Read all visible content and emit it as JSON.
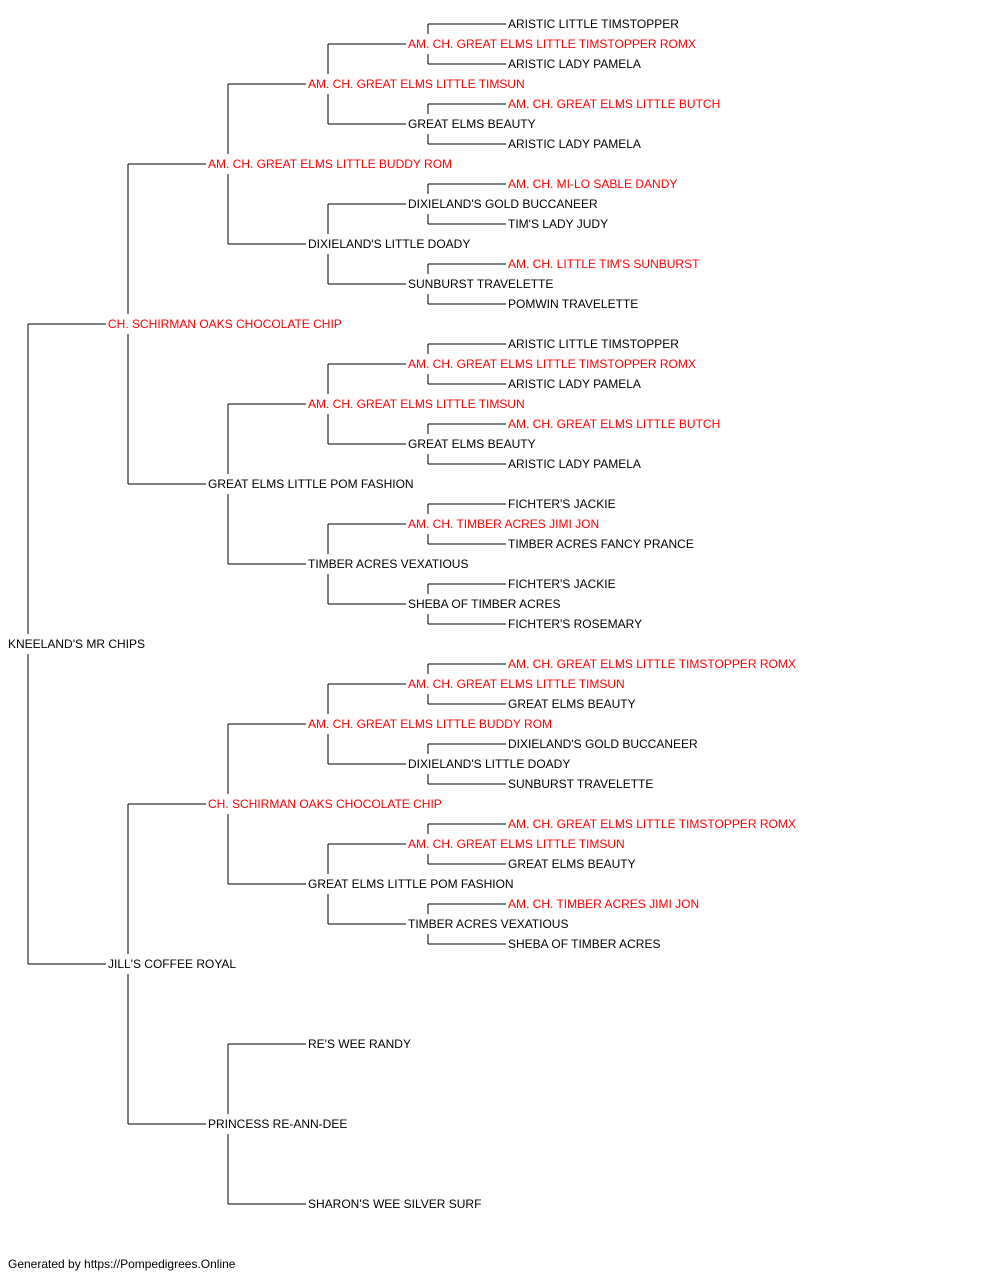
{
  "colors": {
    "champion": "#ff0000",
    "regular": "#000000",
    "line": "#000000"
  },
  "footer": "Generated by https://Pompedigrees.Online",
  "pedigree": {
    "name": "KNEELAND'S MR CHIPS",
    "champion": false,
    "sire": {
      "name": "CH. SCHIRMAN OAKS CHOCOLATE CHIP",
      "champion": true,
      "sire": {
        "name": "AM. CH. GREAT ELMS LITTLE BUDDY ROM",
        "champion": true,
        "sire": {
          "name": "AM. CH. GREAT ELMS LITTLE TIMSUN",
          "champion": true,
          "sire": {
            "name": "AM. CH. GREAT ELMS LITTLE TIMSTOPPER ROMX",
            "champion": true,
            "sire": {
              "name": "ARISTIC LITTLE TIMSTOPPER",
              "champion": false
            },
            "dam": {
              "name": "ARISTIC LADY PAMELA",
              "champion": false
            }
          },
          "dam": {
            "name": "GREAT ELMS BEAUTY",
            "champion": false,
            "sire": {
              "name": "AM. CH. GREAT ELMS LITTLE BUTCH",
              "champion": true
            },
            "dam": {
              "name": "ARISTIC LADY PAMELA",
              "champion": false
            }
          }
        },
        "dam": {
          "name": "DIXIELAND'S LITTLE DOADY",
          "champion": false,
          "sire": {
            "name": "DIXIELAND'S GOLD BUCCANEER",
            "champion": false,
            "sire": {
              "name": "AM. CH. MI-LO SABLE DANDY",
              "champion": true
            },
            "dam": {
              "name": "TIM'S LADY JUDY",
              "champion": false
            }
          },
          "dam": {
            "name": "SUNBURST TRAVELETTE",
            "champion": false,
            "sire": {
              "name": "AM. CH. LITTLE TIM'S SUNBURST",
              "champion": true
            },
            "dam": {
              "name": "POMWIN TRAVELETTE",
              "champion": false
            }
          }
        }
      },
      "dam": {
        "name": "GREAT ELMS LITTLE POM FASHION",
        "champion": false,
        "sire": {
          "name": "AM. CH. GREAT ELMS LITTLE TIMSUN",
          "champion": true,
          "sire": {
            "name": "AM. CH. GREAT ELMS LITTLE TIMSTOPPER ROMX",
            "champion": true,
            "sire": {
              "name": "ARISTIC LITTLE TIMSTOPPER",
              "champion": false
            },
            "dam": {
              "name": "ARISTIC LADY PAMELA",
              "champion": false
            }
          },
          "dam": {
            "name": "GREAT ELMS BEAUTY",
            "champion": false,
            "sire": {
              "name": "AM. CH. GREAT ELMS LITTLE BUTCH",
              "champion": true
            },
            "dam": {
              "name": "ARISTIC LADY PAMELA",
              "champion": false
            }
          }
        },
        "dam": {
          "name": "TIMBER ACRES VEXATIOUS",
          "champion": false,
          "sire": {
            "name": "AM. CH. TIMBER ACRES JIMI JON",
            "champion": true,
            "sire": {
              "name": "FICHTER'S JACKIE",
              "champion": false
            },
            "dam": {
              "name": "TIMBER ACRES FANCY PRANCE",
              "champion": false
            }
          },
          "dam": {
            "name": "SHEBA OF TIMBER ACRES",
            "champion": false,
            "sire": {
              "name": "FICHTER'S JACKIE",
              "champion": false
            },
            "dam": {
              "name": "FICHTER'S ROSEMARY",
              "champion": false
            }
          }
        }
      }
    },
    "dam": {
      "name": "JILL'S COFFEE ROYAL",
      "champion": false,
      "sire": {
        "name": "CH. SCHIRMAN OAKS CHOCOLATE CHIP",
        "champion": true,
        "sire": {
          "name": "AM. CH. GREAT ELMS LITTLE BUDDY ROM",
          "champion": true,
          "sire": {
            "name": "AM. CH. GREAT ELMS LITTLE TIMSUN",
            "champion": true,
            "sire": {
              "name": "AM. CH. GREAT ELMS LITTLE TIMSTOPPER ROMX",
              "champion": true
            },
            "dam": {
              "name": "GREAT ELMS BEAUTY",
              "champion": false
            }
          },
          "dam": {
            "name": "DIXIELAND'S LITTLE DOADY",
            "champion": false,
            "sire": {
              "name": "DIXIELAND'S GOLD BUCCANEER",
              "champion": false
            },
            "dam": {
              "name": "SUNBURST TRAVELETTE",
              "champion": false
            }
          }
        },
        "dam": {
          "name": "GREAT ELMS LITTLE POM FASHION",
          "champion": false,
          "sire": {
            "name": "AM. CH. GREAT ELMS LITTLE TIMSUN",
            "champion": true,
            "sire": {
              "name": "AM. CH. GREAT ELMS LITTLE TIMSTOPPER ROMX",
              "champion": true
            },
            "dam": {
              "name": "GREAT ELMS BEAUTY",
              "champion": false
            }
          },
          "dam": {
            "name": "TIMBER ACRES VEXATIOUS",
            "champion": false,
            "sire": {
              "name": "AM. CH. TIMBER ACRES JIMI JON",
              "champion": true
            },
            "dam": {
              "name": "SHEBA OF TIMBER ACRES",
              "champion": false
            }
          }
        }
      },
      "dam": {
        "name": "PRINCESS RE-ANN-DEE",
        "champion": false,
        "sire": {
          "name": "RE'S WEE RANDY",
          "champion": false
        },
        "dam": {
          "name": "SHARON'S WEE SILVER SURF",
          "champion": false
        }
      }
    }
  }
}
